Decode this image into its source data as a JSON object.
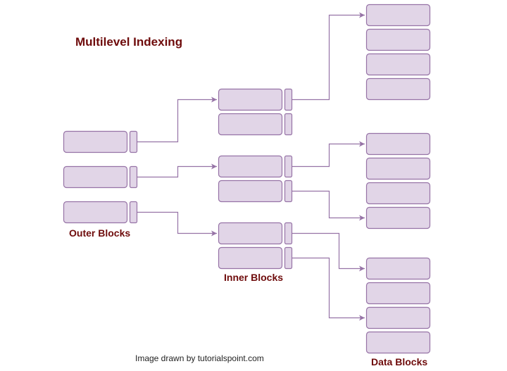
{
  "title": "Multilevel Indexing",
  "labels": {
    "outer": "Outer Blocks",
    "inner": "Inner Blocks",
    "data": "Data Blocks"
  },
  "credit": "Image drawn by tutorialspoint.com",
  "colors": {
    "block_fill": "#e1d5e7",
    "block_stroke": "#9673a6",
    "label_text": "#6e0b0b"
  },
  "structure": {
    "outer_blocks": 3,
    "inner_blocks": 6,
    "data_block_groups": 3,
    "data_blocks_per_group": 4
  }
}
